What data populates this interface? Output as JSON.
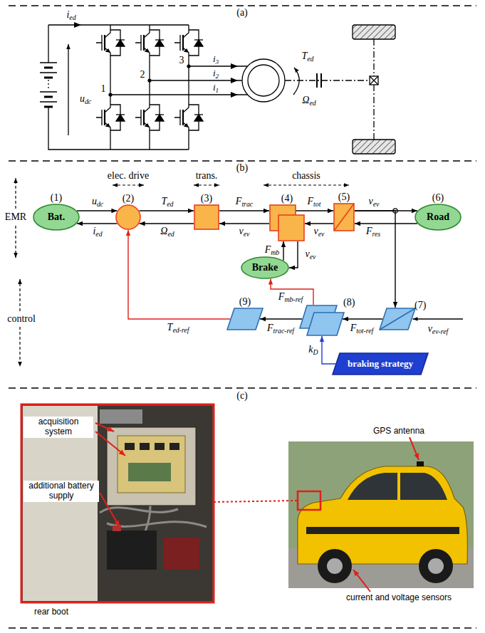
{
  "diagram": {
    "nodes": [
      {
        "text": [
          "(1)",
          "Bat."
        ]
      },
      {
        "text": [
          "(2)"
        ]
      },
      {
        "text": [
          "(3)"
        ]
      },
      {
        "text": [
          "(4)"
        ]
      },
      {
        "text": [
          "(5)"
        ]
      },
      {
        "text": [
          "(6)",
          "Road"
        ]
      },
      {
        "text": [
          "Brake"
        ]
      },
      {
        "text": [
          "(9)"
        ]
      },
      {
        "text": [
          "(8)"
        ]
      },
      {
        "text": [
          "(7)"
        ]
      },
      {
        "text": [
          "braking strategy"
        ]
      }
    ],
    "edges": [
      {
        "from": 0,
        "to": 1,
        "arrow": "to",
        "label": "udc"
      },
      {
        "from": 1,
        "to": 0,
        "arrow": "to",
        "label": "ied"
      },
      {
        "from": 1,
        "to": 2,
        "arrow": "to",
        "label": "Ted"
      },
      {
        "from": 2,
        "to": 1,
        "arrow": "to",
        "label": "Ωed"
      },
      {
        "from": 2,
        "to": 3,
        "arrow": "to",
        "label": "Ftrac"
      },
      {
        "from": 3,
        "to": 2,
        "arrow": "to",
        "label": "vev"
      },
      {
        "from": 3,
        "to": 4,
        "arrow": "to",
        "label": "Ftot"
      },
      {
        "from": 4,
        "to": 3,
        "arrow": "to",
        "label": "vev"
      },
      {
        "from": 4,
        "to": 5,
        "arrow": "to",
        "label": "vev"
      },
      {
        "from": 5,
        "to": 4,
        "arrow": "to",
        "label": "Fres"
      },
      {
        "from": 6,
        "to": 3,
        "arrow": "to",
        "label": "Fmb"
      },
      {
        "from": 3,
        "to": 6,
        "arrow": "to",
        "label": "vev"
      },
      {
        "from": 4,
        "to": 9,
        "arrow": "to"
      },
      {
        "from": 9,
        "to": 8,
        "arrow": "to",
        "label": "Ftot-ref"
      },
      {
        "from": 8,
        "to": 7,
        "arrow": "to",
        "label": "Ftrac-ref"
      },
      {
        "from": 7,
        "to": 1,
        "arrow": "to",
        "label": "Ted-ref"
      },
      {
        "from": 8,
        "to": 6,
        "arrow": "to",
        "label": "Fmb-ref"
      },
      {
        "from": 10,
        "to": 8,
        "arrow": "to",
        "label": "kD"
      }
    ],
    "labels": [
      "(a)",
      "ied",
      "udc",
      "1",
      "2",
      "3",
      "i3",
      "i2",
      "i1",
      "Ted",
      "Ωed",
      "(b)",
      "elec. drive",
      "trans.",
      "chassis",
      "EMR",
      "control",
      "vev-ref",
      "(c)",
      "acquisition system",
      "additional battery supply",
      "rear boot",
      "GPS antenna",
      "current and voltage sensors"
    ]
  }
}
